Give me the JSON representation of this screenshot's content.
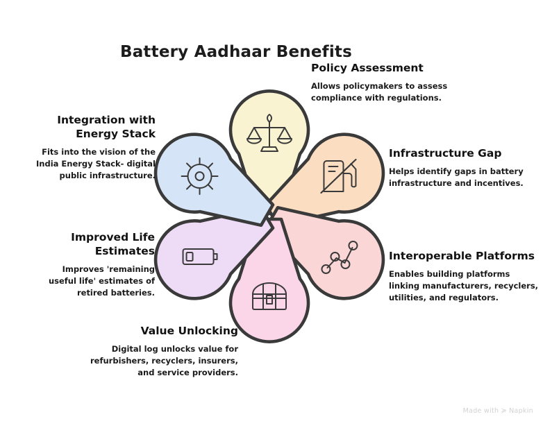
{
  "title": "Battery Aadhaar Benefits",
  "background_color": "#ffffff",
  "outline_color": "#3a3a3a",
  "watermark": {
    "text_before": "Made with",
    "mark": "≽",
    "brand": "Napkin"
  },
  "chart_data": {
    "type": "diagram",
    "layout": "radial-petal",
    "center": [
      388,
      312
    ],
    "title": "Battery Aadhaar Benefits",
    "petal_count": 6,
    "petals": [
      {
        "id": "policy-assessment",
        "heading": "Policy Assessment",
        "body": "Allows policymakers to assess compliance with regulations.",
        "icon": "balance-scale-icon",
        "fill": "#faf3d2",
        "angle_deg": -90,
        "circle_center": [
          388,
          196
        ],
        "circle_radius": 56,
        "text_align": "left"
      },
      {
        "id": "infrastructure-gap",
        "heading": "Infrastructure Gap",
        "body": "Helps identify gaps in battery infrastructure and incentives.",
        "icon": "fuel-pump-slash-icon",
        "fill": "#fbdec2",
        "angle_deg": -30,
        "circle_center": [
          489,
          254
        ],
        "circle_radius": 56,
        "text_align": "left"
      },
      {
        "id": "interoperable-platforms",
        "heading": "Interoperable Platforms",
        "body": "Enables building platforms linking manufacturers, recyclers, utilities, and regulators.",
        "icon": "network-graph-icon",
        "fill": "#fbd6d6",
        "angle_deg": 30,
        "circle_center": [
          489,
          370
        ],
        "circle_radius": 56,
        "text_align": "left"
      },
      {
        "id": "value-unlocking",
        "heading": "Value Unlocking",
        "body": "Digital log unlocks value for refurbishers, recyclers, insurers, and service providers.",
        "icon": "treasure-chest-icon",
        "fill": "#fbd5e8",
        "angle_deg": 90,
        "circle_center": [
          388,
          428
        ],
        "circle_radius": 56,
        "text_align": "right"
      },
      {
        "id": "improved-life-estimates",
        "heading": "Improved Life Estimates",
        "body": "Improves 'remaining useful life' estimates of retired batteries.",
        "icon": "low-battery-icon",
        "fill": "#eedcf7",
        "angle_deg": 150,
        "circle_center": [
          287,
          370
        ],
        "circle_radius": 56,
        "text_align": "right"
      },
      {
        "id": "integration-energy-stack",
        "heading": "Integration with Energy Stack",
        "body": "Fits into the vision of the India Energy Stack- digital public infrastructure.",
        "icon": "gear-sun-icon",
        "fill": "#d6e4f7",
        "angle_deg": -150,
        "circle_center": [
          287,
          254
        ],
        "circle_radius": 56,
        "text_align": "right"
      }
    ]
  },
  "blocks": {
    "policy": {
      "heading": "Policy Assessment",
      "body": "Allows policymakers to assess compliance with regulations."
    },
    "infra": {
      "heading": "Infrastructure Gap",
      "body": "Helps identify gaps in battery infrastructure and incentives."
    },
    "interop": {
      "heading": "Interoperable Platforms",
      "body": "Enables building platforms linking manufacturers, recyclers, utilities, and regulators."
    },
    "value": {
      "heading": "Value Unlocking",
      "body": "Digital log unlocks value for refurbishers, recyclers, insurers, and service providers."
    },
    "life": {
      "heading": "Improved Life Estimates",
      "body": "Improves 'remaining useful life' estimates of retired batteries."
    },
    "integration": {
      "heading": "Integration with Energy Stack",
      "body": "Fits into the vision of the India Energy Stack- digital public infrastructure."
    }
  }
}
